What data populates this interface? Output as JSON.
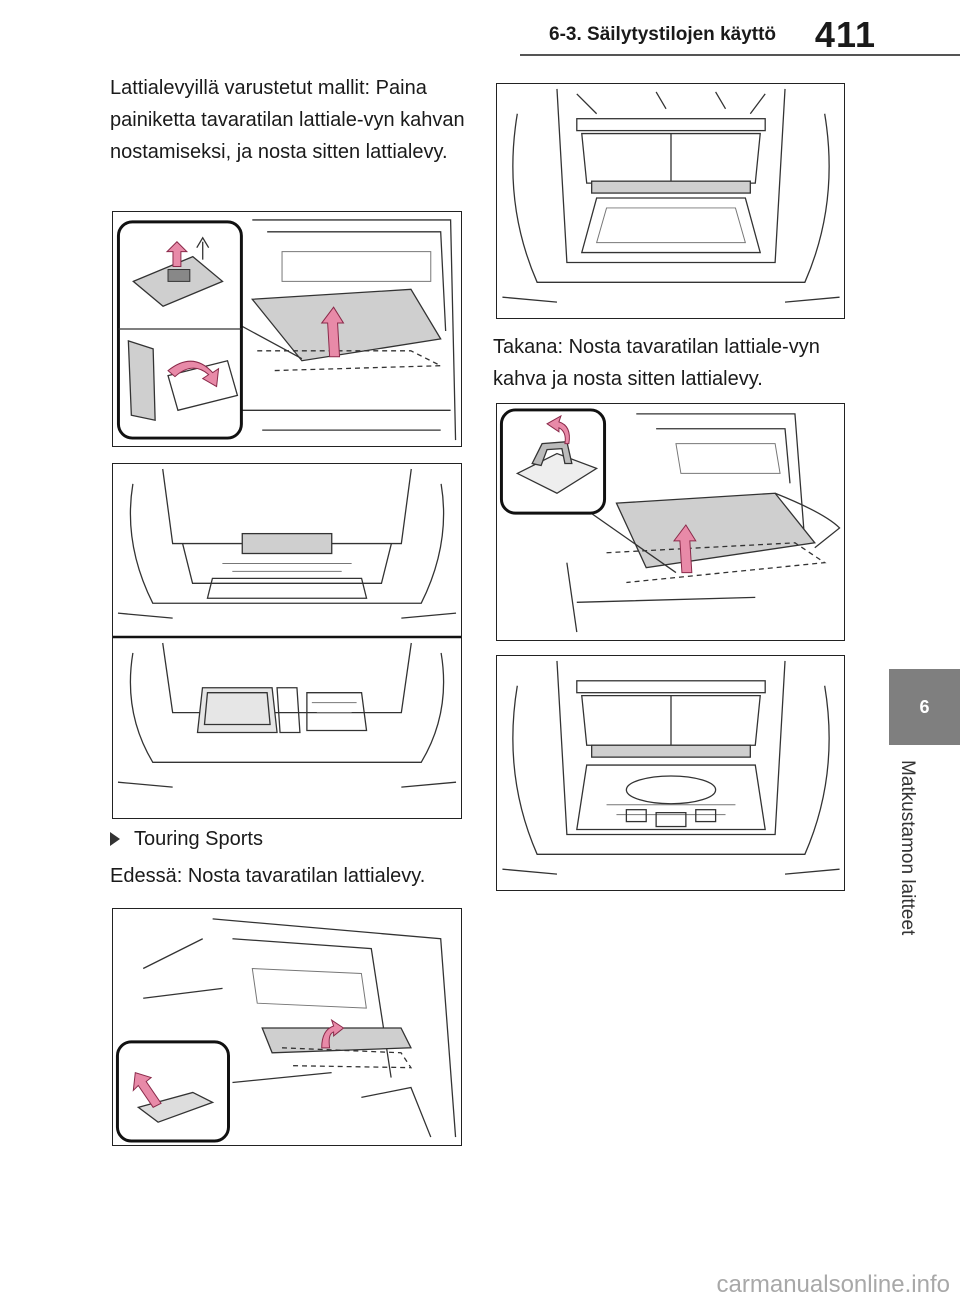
{
  "header": {
    "section_title": "6-3. Säilytystilojen käyttö",
    "page_number": "411"
  },
  "side_tab": {
    "chapter_number": "6",
    "chapter_title": "Matkustamon laitteet"
  },
  "content": {
    "paragraph_1": "Lattialevyillä varustetut mallit: Paina painiketta tavaratilan lattiale-vyn kahvan nostamiseksi, ja nosta sitten lattialevy.",
    "paragraph_2": "Takana: Nosta tavaratilan lattiale-vyn kahva ja nosta sitten lattialevy.",
    "bullet_heading": "Touring Sports",
    "paragraph_3": "Edessä: Nosta tavaratilan lattialevy."
  },
  "footer": {
    "watermark": "carmanualsonline.info"
  },
  "colors": {
    "tab_gray": "#7f7f7f",
    "arrow_pink": "#e88aa8"
  }
}
